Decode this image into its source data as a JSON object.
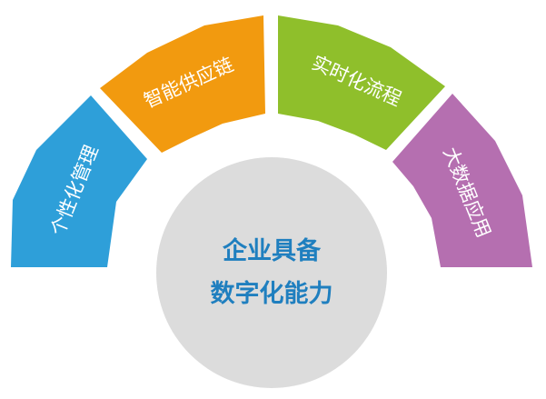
{
  "segments": [
    {
      "label": "个性化管理",
      "color": "#2e9fd9"
    },
    {
      "label": "智能供应链",
      "color": "#f29a0f"
    },
    {
      "label": "实时化流程",
      "color": "#8fbf2b"
    },
    {
      "label": "大数据应用",
      "color": "#b56fb0"
    }
  ],
  "center": {
    "line1": "企业具备",
    "line2": "数字化能力",
    "circle_color": "#dcdcdc",
    "text_color": "#1f7fbf"
  }
}
